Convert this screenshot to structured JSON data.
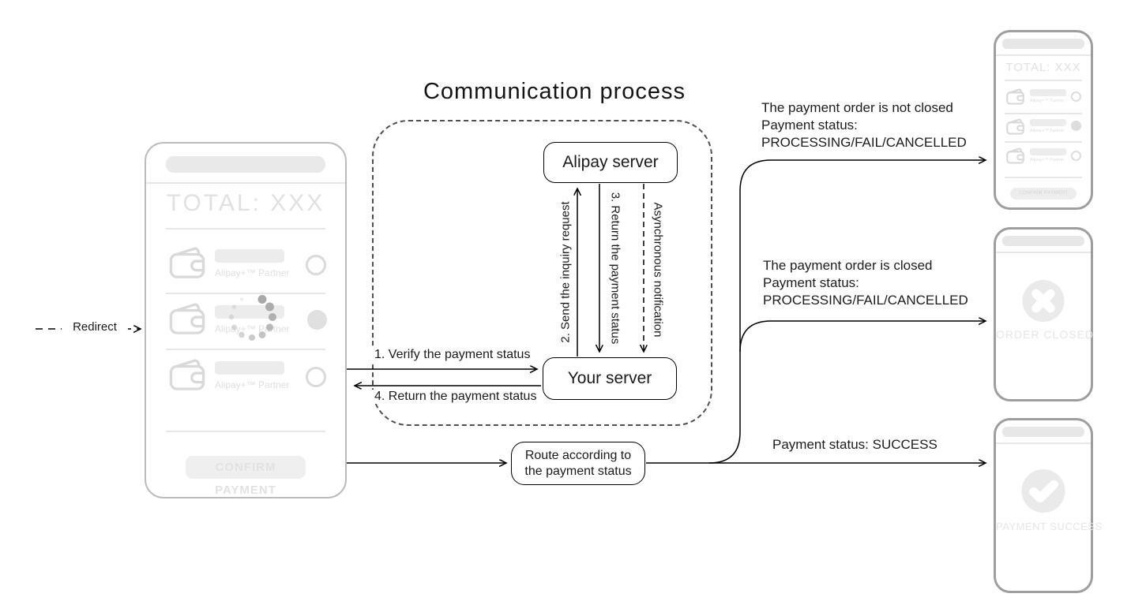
{
  "title": "Communication process",
  "connectors": {
    "redirect_label": "Redirect",
    "step1_label": "1. Verify the payment status",
    "step2_label": "2. Send the inquiry request",
    "step3_label": "3. Return the payment status",
    "step4_label": "4. Return the payment status",
    "async_label": "Asynchronous notification"
  },
  "boxes": {
    "alipay_server_label": "Alipay server",
    "your_server_label": "Your server",
    "route_label": "Route according to the payment status"
  },
  "outcomes": {
    "not_closed": {
      "line1": "The payment order is not closed",
      "line2": "Payment status:",
      "line3": "PROCESSING/FAIL/CANCELLED"
    },
    "closed": {
      "line1": "The payment order is closed",
      "line2": "Payment status:",
      "line3": "PROCESSING/FAIL/CANCELLED"
    },
    "success": {
      "line1": "Payment status: SUCCESS"
    }
  },
  "checkout_phone": {
    "total_label": "TOTAL: XXX",
    "partner_label": "Alipay+™ Partner",
    "confirm_label": "CONFIRM PAYMENT"
  },
  "result_phones": {
    "pending": {
      "total_label": "TOTAL: XXX",
      "partner_label": "Alipay+™ Partner",
      "confirm_label": "CONFIRM PAYMENT"
    },
    "closed": {
      "status_label": "ORDER CLOSED"
    },
    "success": {
      "status_label": "PAYMENT SUCCESS"
    }
  },
  "colors": {
    "line": "#000000",
    "dashed_zone_border": "#4f4f4f",
    "checkout_phone_border": "#bcbcbc",
    "result_phone_border": "#9e9e9e",
    "placeholder_fill": "#e9e9e9",
    "muted_text": "#e1e1e1",
    "spinner_dot": "#a9a9a9"
  }
}
